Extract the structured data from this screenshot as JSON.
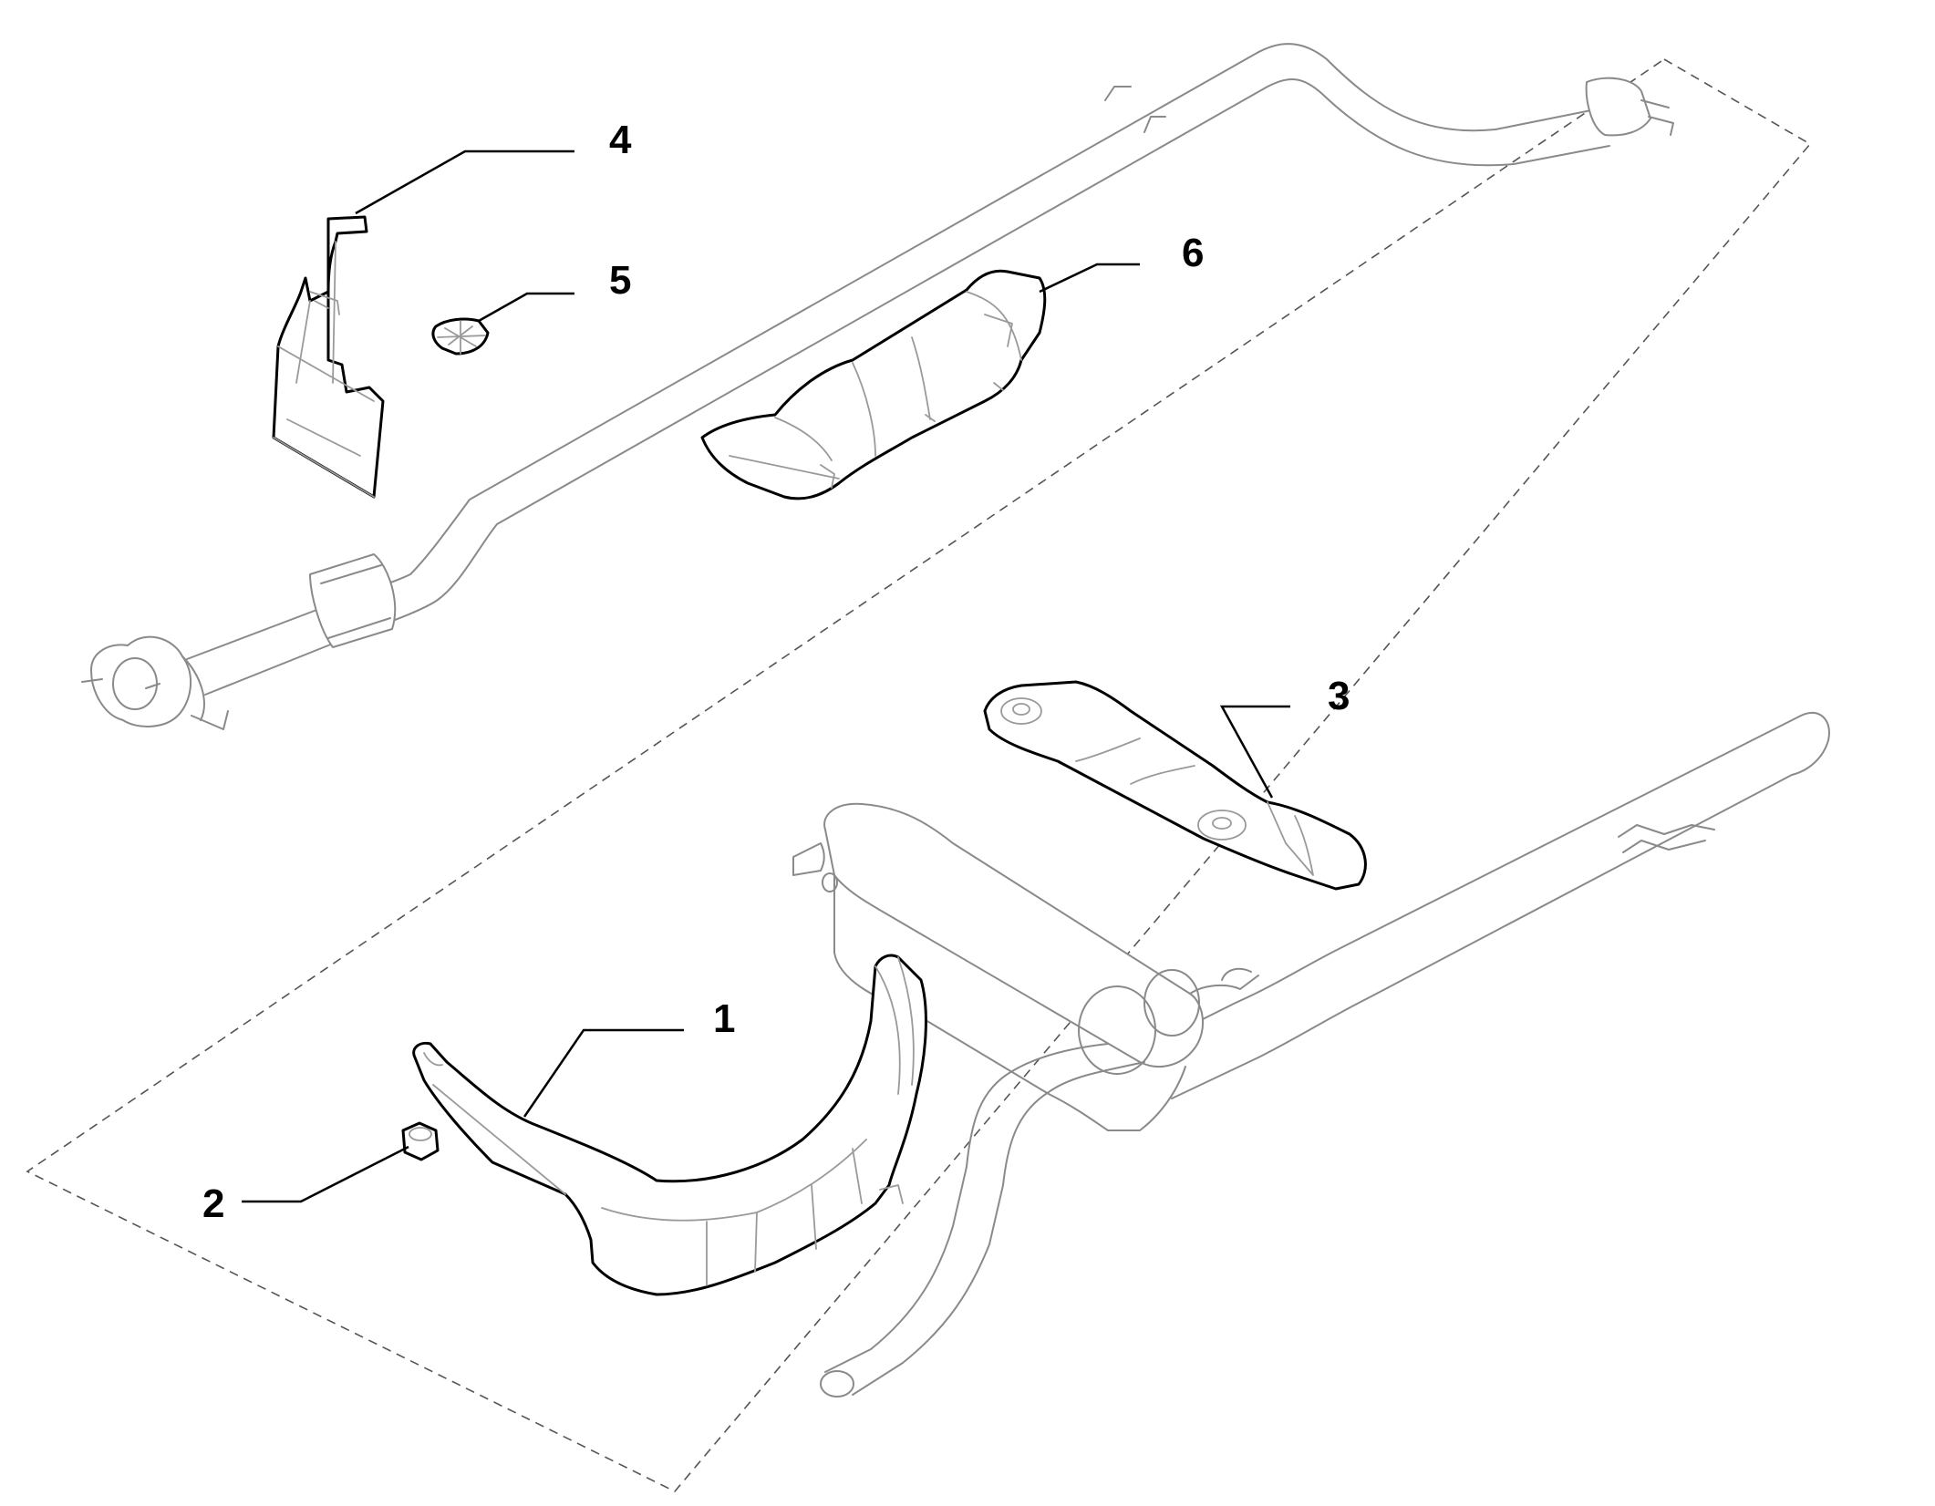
{
  "callouts": {
    "c1": "1",
    "c2": "2",
    "c3": "3",
    "c4": "4",
    "c5": "5",
    "c6": "6"
  },
  "colors": {
    "part_outline": "#000000",
    "ghost_outline": "#8a8a8a",
    "background": "#ffffff"
  }
}
